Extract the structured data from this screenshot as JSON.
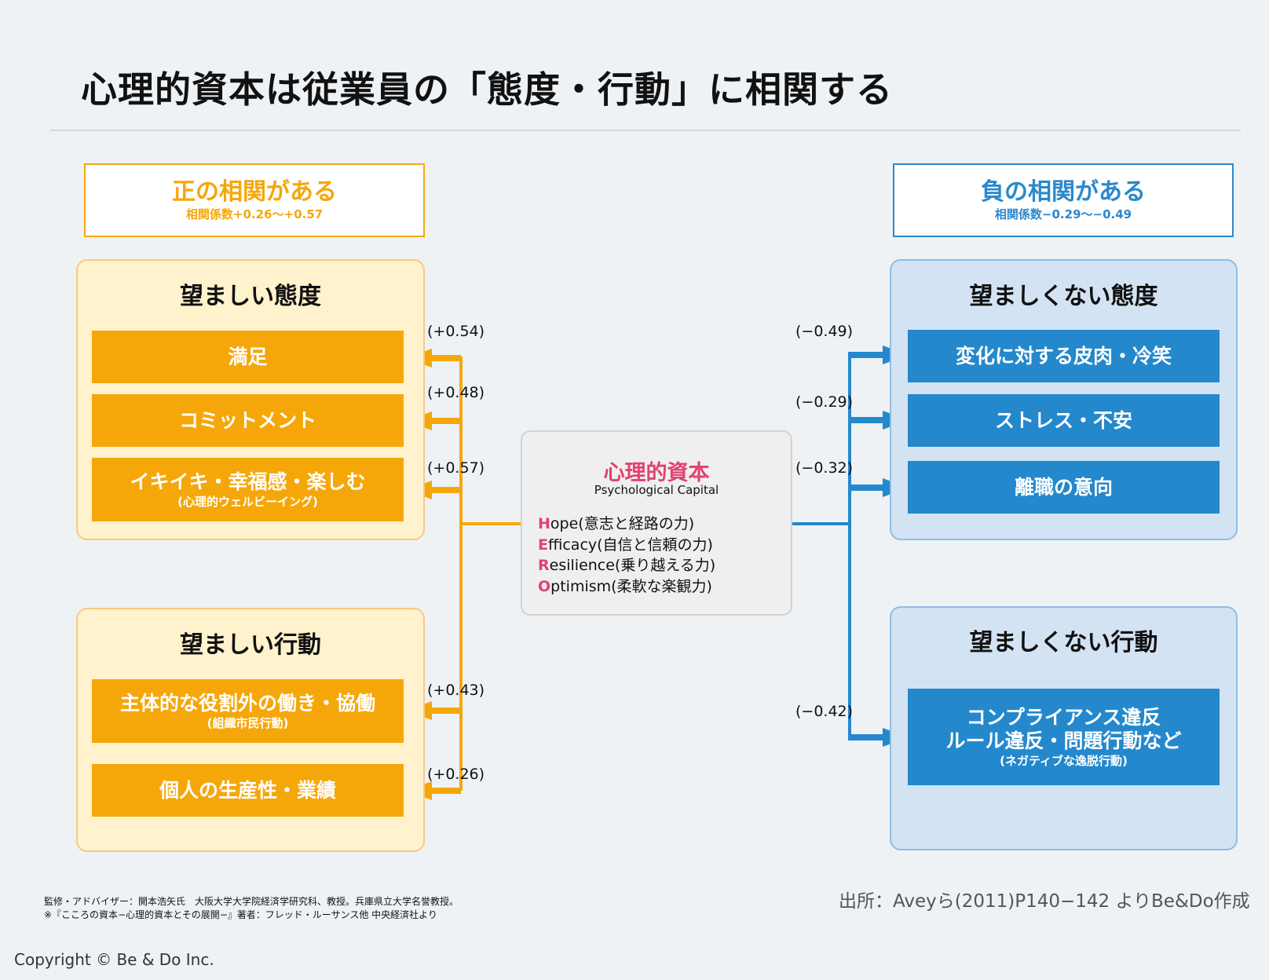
{
  "title": "心理的資本は従業員の「態度・行動」に相関する",
  "positive": {
    "heading": "正の相関がある",
    "range": "相関係数+0.26～+0.57",
    "color": "#f5a70a"
  },
  "negative": {
    "heading": "負の相関がある",
    "range": "相関係数−0.29～−0.49",
    "color": "#2b88cc"
  },
  "desirable_attitude": {
    "title": "望ましい態度",
    "items": [
      {
        "label": "満足",
        "coef": "(+0.54)"
      },
      {
        "label": "コミットメント",
        "coef": "(+0.48)"
      },
      {
        "label": "イキイキ・幸福感・楽しむ",
        "sub": "(心理的ウェルビーイング)",
        "coef": "(+0.57)"
      }
    ]
  },
  "desirable_behavior": {
    "title": "望ましい行動",
    "items": [
      {
        "label": "主体的な役割外の働き・協働",
        "sub": "(組織市民行動)",
        "coef": "(+0.43)"
      },
      {
        "label": "個人の生産性・業績",
        "coef": "(+0.26)"
      }
    ]
  },
  "undesirable_attitude": {
    "title": "望ましくない態度",
    "items": [
      {
        "label": "変化に対する皮肉・冷笑",
        "coef": "(−0.49)"
      },
      {
        "label": "ストレス・不安",
        "coef": "(−0.29)"
      },
      {
        "label": "離職の意向",
        "coef": "(−0.32)"
      }
    ]
  },
  "undesirable_behavior": {
    "title": "望ましくない行動",
    "items": [
      {
        "line1": "コンプライアンス違反",
        "line2": "ルール違反・問題行動など",
        "sub": "(ネガティブな逸脱行動)",
        "coef": "(−0.42)"
      }
    ]
  },
  "center": {
    "title": "心理的資本",
    "subtitle": "Psychological Capital",
    "hero": [
      {
        "letter": "H",
        "rest": "ope(意志と経路の力)"
      },
      {
        "letter": "E",
        "rest": "fficacy(自信と信頼の力)"
      },
      {
        "letter": "R",
        "rest": "esilience(乗り越える力)"
      },
      {
        "letter": "O",
        "rest": "ptimism(柔軟な楽観力)"
      }
    ]
  },
  "footer": {
    "note1": "監修・アドバイザー：開本浩矢氏　大阪大学大学院経済学研究科、教授。兵庫県立大学名誉教授。",
    "note2": "※『こころの資本−心理的資本とその展開−』著者：フレッド・ルーサンス他 中央経済社より",
    "source": "出所：Aveyら(2011)P140−142 よりBe&Do作成",
    "copyright": "Copyright © Be & Do Inc."
  }
}
